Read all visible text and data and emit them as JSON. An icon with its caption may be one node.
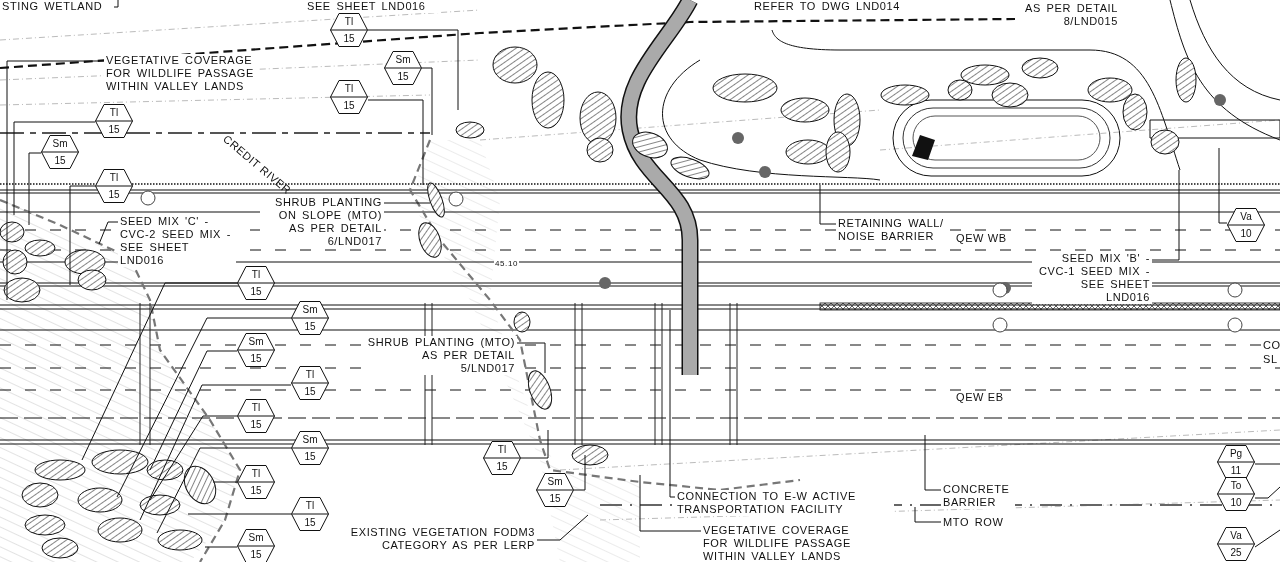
{
  "diagram": {
    "nodes": [
      {
        "text": [
          "STING WETLAND"
        ]
      },
      {
        "text": [
          "SEE SHEET LND016"
        ]
      },
      {
        "text": [
          "REFER TO DWG LND014"
        ]
      },
      {
        "text": [
          "AS PER DETAIL 8/LND015"
        ]
      },
      {
        "text": [
          "Tl",
          "15"
        ]
      },
      {
        "text": [
          "VEGETATIVE COVERAGE FOR WILDLIFE PASSAGE WITHIN VALLEY LANDS"
        ]
      },
      {
        "text": [
          "Sm",
          "15"
        ]
      },
      {
        "text": [
          "Tl",
          "15"
        ]
      },
      {
        "text": [
          "Tl",
          "15"
        ]
      },
      {
        "text": [
          "Sm",
          "15"
        ]
      },
      {
        "text": [
          "Tl",
          "15"
        ]
      },
      {
        "text": [
          "SHRUB PLANTING ON SLOPE (MTO) AS PER DETAIL 6/LND017"
        ]
      },
      {
        "text": [
          "SEED MIX 'C' - CVC-2 SEED MIX - SEE SHEET LND016"
        ]
      },
      {
        "text": [
          "Va",
          "10"
        ]
      },
      {
        "text": [
          "RETAINING WALL/ NOISE BARRIER"
        ]
      },
      {
        "text": [
          "SEED MIX 'B' - CVC-1 SEED MIX - SEE SHEET LND016"
        ]
      },
      {
        "text": [
          "Tl",
          "15"
        ]
      },
      {
        "text": [
          "Sm",
          "15"
        ]
      },
      {
        "text": [
          "SHRUB PLANTING (MTO) AS PER DETAIL 5/LND017"
        ]
      },
      {
        "text": [
          "Sm",
          "15"
        ]
      },
      {
        "text": [
          "Tl",
          "15"
        ]
      },
      {
        "text": [
          "Tl",
          "15"
        ]
      },
      {
        "text": [
          "Sm",
          "15"
        ]
      },
      {
        "text": [
          "Tl",
          "15"
        ]
      },
      {
        "text": [
          "Pg",
          "11"
        ]
      },
      {
        "text": [
          "Tl",
          "15"
        ]
      },
      {
        "text": [
          "CONCRETE BARRIER"
        ]
      },
      {
        "text": [
          "Sm",
          "15"
        ]
      },
      {
        "text": [
          "CONNECTION TO E-W ACTIVE TRANSPORTATION FACILITY"
        ]
      },
      {
        "text": [
          "To",
          "10"
        ]
      },
      {
        "text": [
          "Tl",
          "15"
        ]
      },
      {
        "text": [
          "MTO ROW"
        ]
      },
      {
        "text": [
          "EXISTING VEGETATION FODM3 CATEGORY AS PER LERP"
        ]
      },
      {
        "text": [
          "VEGETATIVE COVERAGE FOR WILDLIFE PASSAGE WITHIN VALLEY LANDS"
        ]
      },
      {
        "text": [
          "Sm",
          "15"
        ]
      },
      {
        "text": [
          "Va",
          "25"
        ]
      }
    ],
    "edges": [
      {
        "from": 0,
        "to": null,
        "arrow": "none"
      },
      {
        "from": 4,
        "to": null,
        "arrow": "none"
      },
      {
        "from": 5,
        "to": null,
        "arrow": "none"
      },
      {
        "from": 6,
        "to": null,
        "arrow": "none"
      },
      {
        "from": 7,
        "to": null,
        "arrow": "none"
      },
      {
        "from": 8,
        "to": null,
        "arrow": "none"
      },
      {
        "from": 9,
        "to": null,
        "arrow": "none"
      },
      {
        "from": 10,
        "to": null,
        "arrow": "none"
      },
      {
        "from": 11,
        "to": null,
        "arrow": "none"
      },
      {
        "from": 12,
        "to": null,
        "arrow": "none"
      },
      {
        "from": 13,
        "to": null,
        "arrow": "none"
      },
      {
        "from": 14,
        "to": null,
        "arrow": "none"
      },
      {
        "from": 15,
        "to": null,
        "arrow": "none"
      },
      {
        "from": 16,
        "to": null,
        "arrow": "none"
      },
      {
        "from": 17,
        "to": null,
        "arrow": "none"
      },
      {
        "from": 18,
        "to": null,
        "arrow": "none"
      },
      {
        "from": 19,
        "to": null,
        "arrow": "none"
      },
      {
        "from": 20,
        "to": null,
        "arrow": "none"
      },
      {
        "from": 21,
        "to": null,
        "arrow": "none"
      },
      {
        "from": 22,
        "to": null,
        "arrow": "none"
      },
      {
        "from": 23,
        "to": null,
        "arrow": "none"
      },
      {
        "from": 24,
        "to": null,
        "arrow": "none"
      },
      {
        "from": 25,
        "to": null,
        "arrow": "none"
      },
      {
        "from": 26,
        "to": null,
        "arrow": "none"
      },
      {
        "from": 27,
        "to": null,
        "arrow": "none"
      },
      {
        "from": 28,
        "to": null,
        "arrow": "none"
      },
      {
        "from": 29,
        "to": null,
        "arrow": "none"
      },
      {
        "from": 30,
        "to": null,
        "arrow": "none"
      },
      {
        "from": 31,
        "to": null,
        "arrow": "none"
      },
      {
        "from": 32,
        "to": null,
        "arrow": "none"
      },
      {
        "from": 33,
        "to": null,
        "arrow": "none"
      },
      {
        "from": 34,
        "to": null,
        "arrow": "none"
      },
      {
        "from": 35,
        "to": null,
        "arrow": "none"
      }
    ],
    "labels": [
      "CREDIT RIVER",
      "QEW WB",
      "45.10",
      "CO SL",
      "QEW EB"
    ]
  }
}
